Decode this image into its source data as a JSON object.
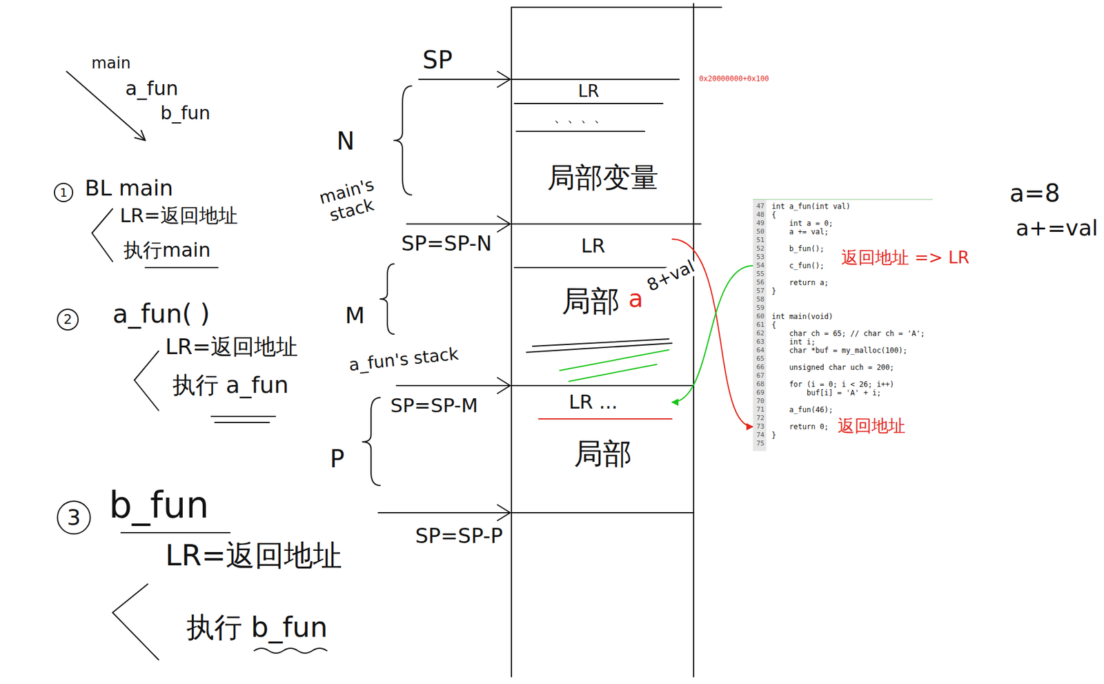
{
  "diagram": {
    "nodes": [
      {
        "text": [
          "LR"
        ]
      },
      {
        "text": [
          "、、、、"
        ]
      },
      {
        "text": [
          "局部变量"
        ]
      },
      {
        "text": [
          "LR"
        ]
      },
      {
        "text": [
          "局部",
          "a"
        ]
      },
      {
        "text": [
          "LR ..."
        ]
      },
      {
        "text": [
          "局部"
        ]
      },
      {
        "text": [
          "int a_fun(int val)",
          "{",
          "    int a = 0;",
          "    a += val;",
          "    b_fun();",
          "    c_fun();",
          "    return a;",
          "}",
          "int main(void)",
          "{",
          "    char ch = 65; // char ch = 'A';",
          "    int i;",
          "    char *buf = my_malloc(100);",
          "    unsigned char uch = 200;",
          "    for (i = 0; i < 26; i++)",
          "        buf[i] = 'A' + i;",
          "    a_fun(46);",
          "    return 0;",
          "}"
        ]
      }
    ],
    "edges": [
      {
        "from": 3,
        "to": 7,
        "arrow": "to"
      },
      {
        "from": 7,
        "to": 5,
        "arrow": "to"
      }
    ],
    "labels": [
      "main",
      "a_fun",
      "b_fun",
      "1",
      "BL main",
      "LR=返回地址",
      "执行main",
      "2",
      "a_fun( )",
      "LR=返回地址",
      "执行 a_fun",
      "3",
      "b_fun",
      "LR=返回地址",
      "执行 b_fun",
      "SP=SP-P",
      "SP",
      "0x20000000+0x100",
      "N",
      "main's stack",
      "SP=SP-N",
      "M",
      "a_fun's stack",
      "SP=SP-M",
      "P",
      "8+val",
      "返回地址 => LR",
      "返回地址",
      "a=8",
      "a+=val",
      "47",
      "48",
      "49",
      "50",
      "51",
      "52",
      "53",
      "54",
      "55",
      "56",
      "57",
      "58",
      "59",
      "60",
      "61",
      "62",
      "63",
      "64",
      "65",
      "66",
      "67",
      "68",
      "69",
      "70",
      "71",
      "72",
      "73",
      "74",
      "75"
    ]
  }
}
